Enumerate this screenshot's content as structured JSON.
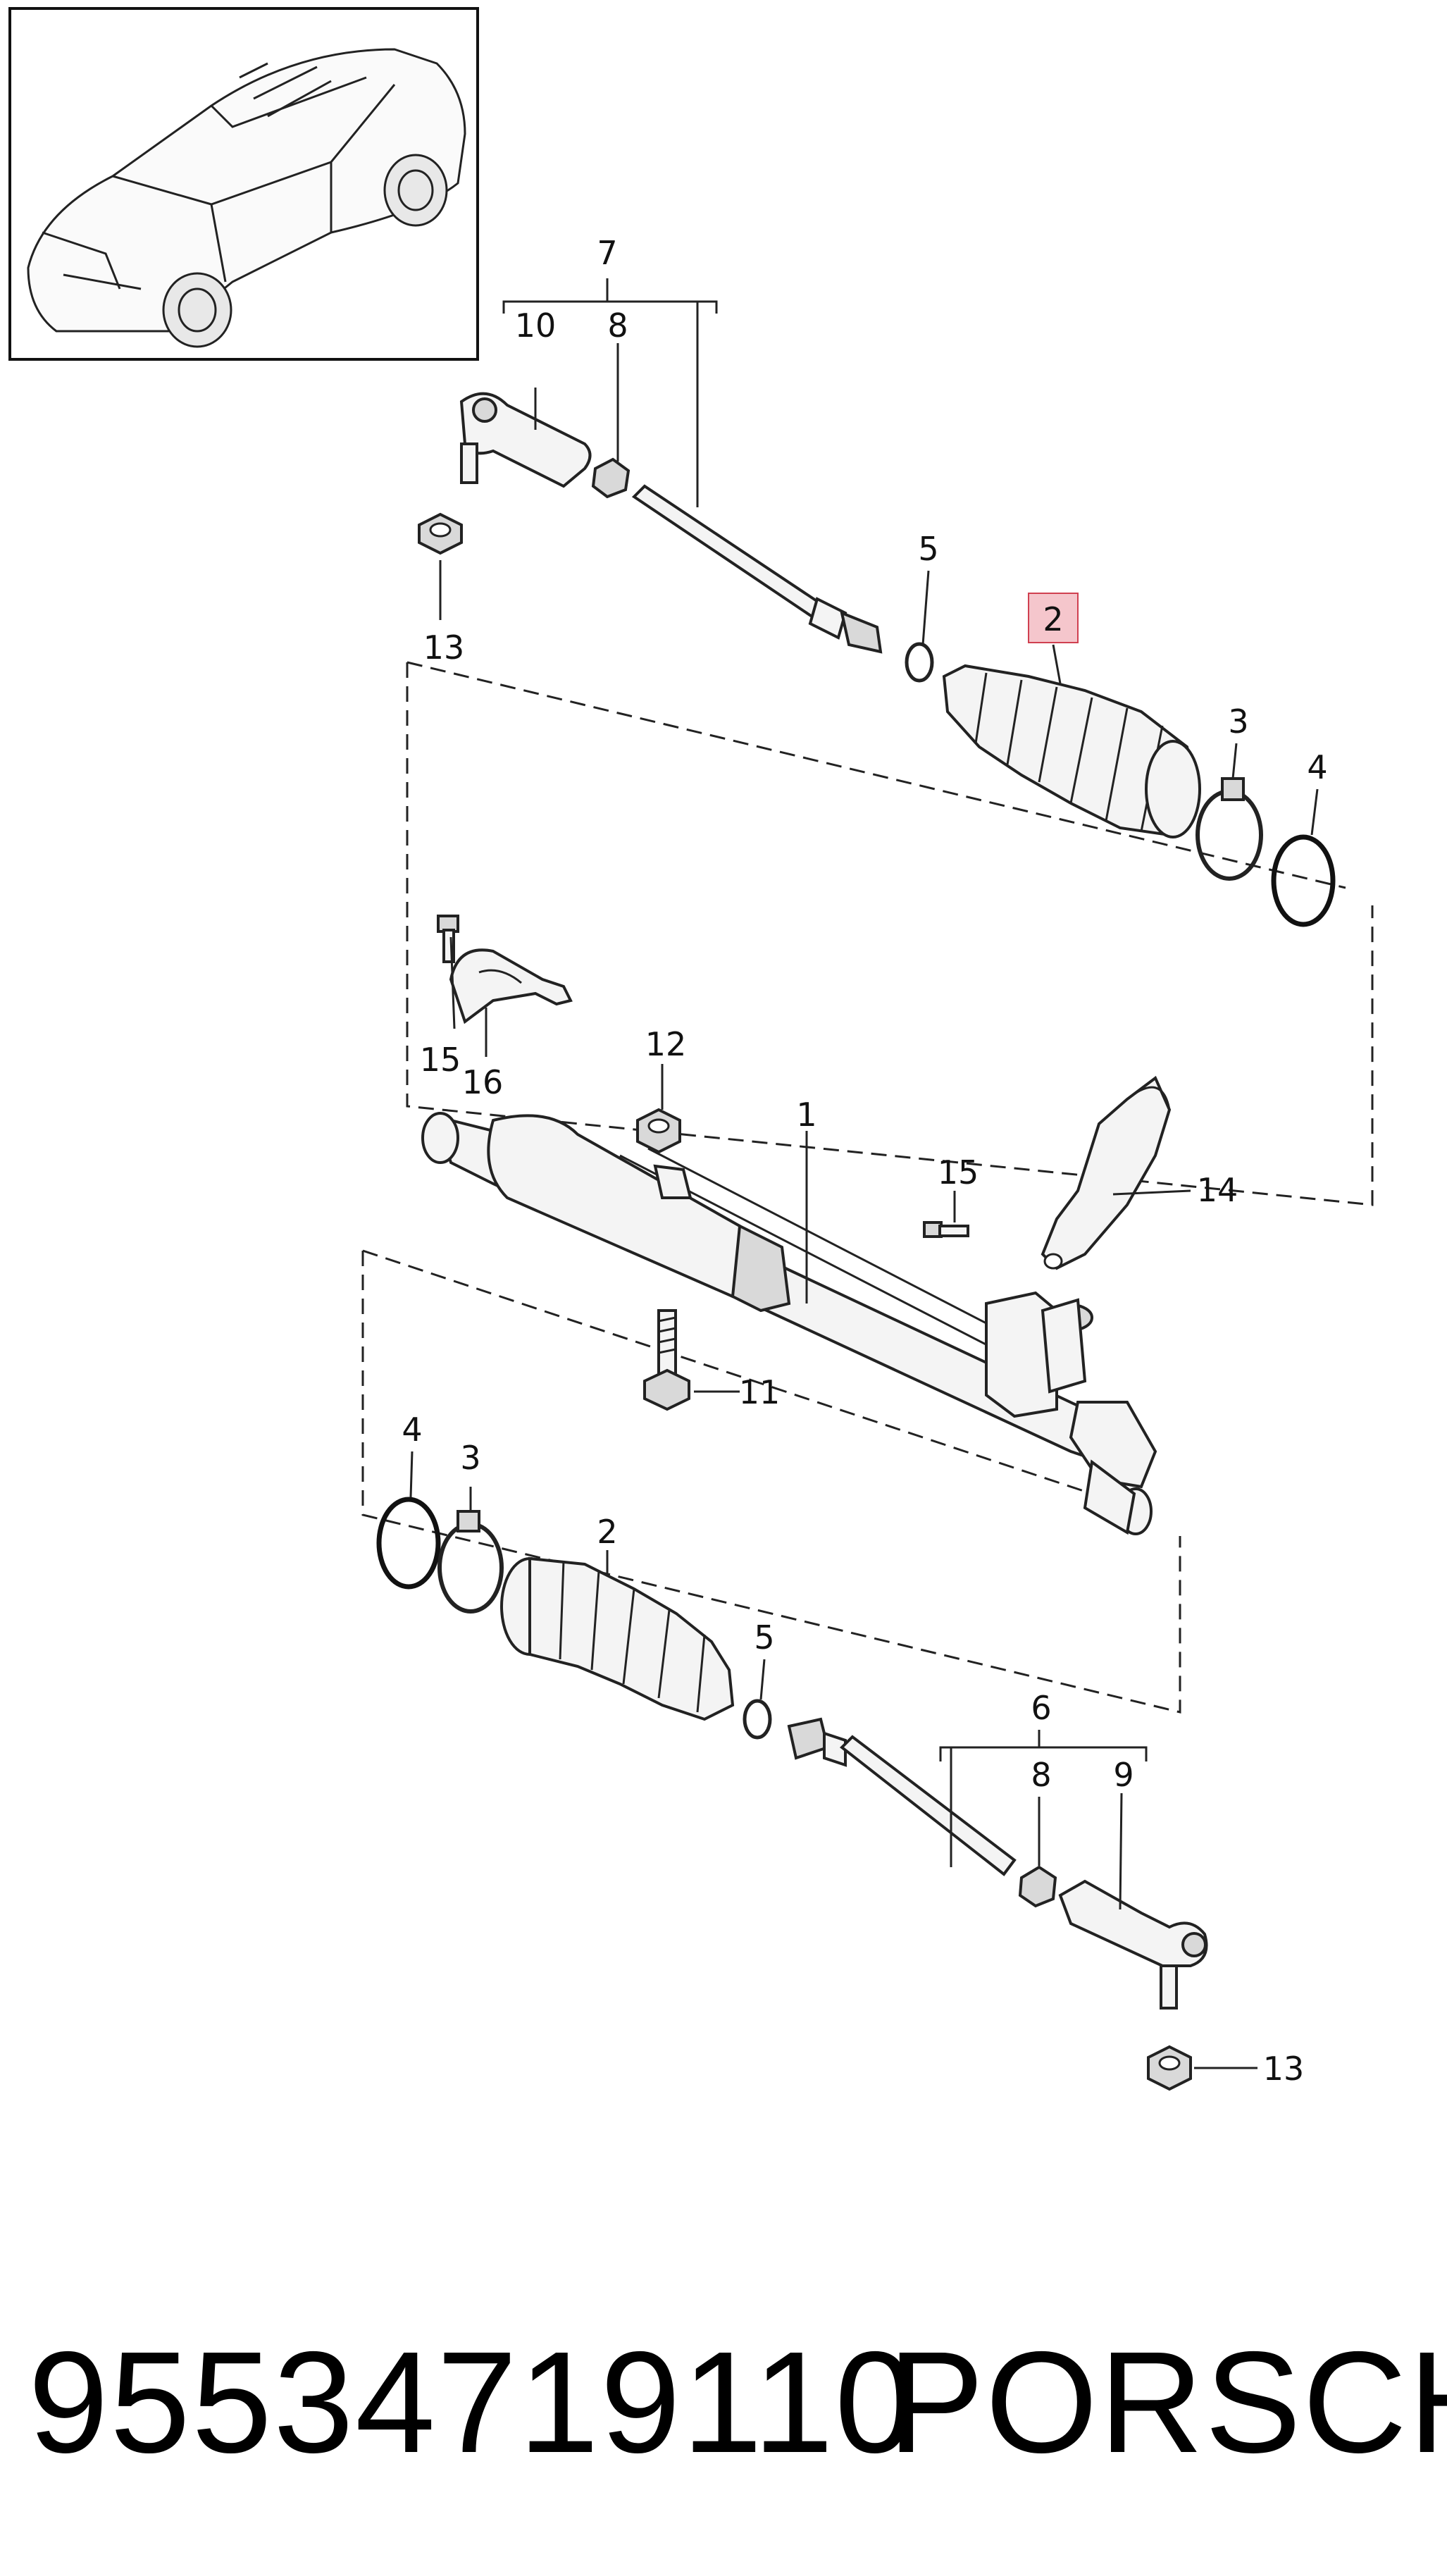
{
  "callouts": {
    "c1": "1",
    "c2_top": "2",
    "c2_bottom": "2",
    "c3_top": "3",
    "c3_bottom": "3",
    "c4_top": "4",
    "c4_bottom": "4",
    "c5_top": "5",
    "c5_bottom": "5",
    "c6": "6",
    "c7": "7",
    "c8_top": "8",
    "c8_bottom": "8",
    "c9": "9",
    "c10": "10",
    "c11": "11",
    "c12": "12",
    "c13_top": "13",
    "c13_bottom": "13",
    "c14": "14",
    "c15_left": "15",
    "c15_right": "15",
    "c16": "16"
  },
  "highlight_color": "#f5c6cc",
  "highlighted_callout": "2",
  "footer": {
    "part_number": "95534719110",
    "brand": "PORSCHE"
  }
}
